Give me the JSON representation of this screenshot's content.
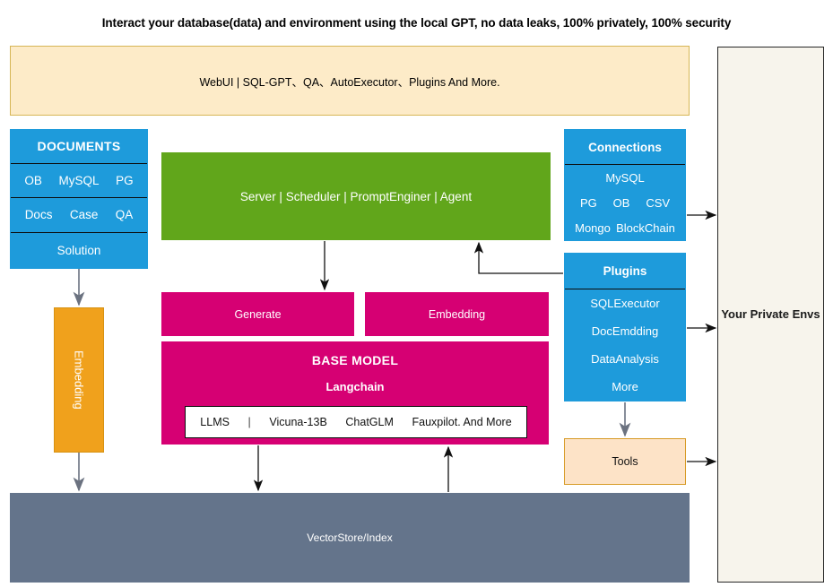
{
  "title": "Interact your database(data) and environment using the local GPT, no data leaks, 100% privately, 100% security",
  "colors": {
    "banner_fill": "#fdebc8",
    "banner_border": "#d6b656",
    "blue": "#1e9bdb",
    "green": "#61a61b",
    "magenta": "#d60073",
    "orange": "#f0a11c",
    "tools_fill": "#fde3c7",
    "tools_border": "#d79b27",
    "slate": "#64748b",
    "envs_fill": "#f7f4ec"
  },
  "webui": {
    "label": "WebUI | SQL-GPT、QA、AutoExecutor、Plugins And More."
  },
  "private_envs": {
    "label": "Your Private Envs"
  },
  "documents": {
    "header": "DOCUMENTS",
    "row1": [
      "OB",
      "MySQL",
      "PG"
    ],
    "row2": [
      "Docs",
      "Case",
      "QA"
    ],
    "row3": [
      "Solution"
    ]
  },
  "server": {
    "label": "Server | Scheduler | PromptEnginer | Agent"
  },
  "connections": {
    "header": "Connections",
    "row1": [
      "MySQL"
    ],
    "row2": [
      "PG",
      "OB",
      "CSV"
    ],
    "row3": [
      "Mongo",
      "BlockChain"
    ]
  },
  "plugins": {
    "header": "Plugins",
    "items": [
      "SQLExecutor",
      "DocEmdding",
      "DataAnalysis",
      "More"
    ]
  },
  "embedding_column": {
    "label": "Embedding"
  },
  "generate": {
    "label": "Generate"
  },
  "embedding_box": {
    "label": "Embedding"
  },
  "base_model": {
    "title": "BASE MODEL",
    "subtitle": "Langchain",
    "llms_label": "LLMS",
    "separator": "|",
    "models": [
      "Vicuna-13B",
      "ChatGLM",
      "Fauxpilot. And More"
    ]
  },
  "tools": {
    "label": "Tools"
  },
  "vectorstore": {
    "label": "VectorStore/Index"
  }
}
